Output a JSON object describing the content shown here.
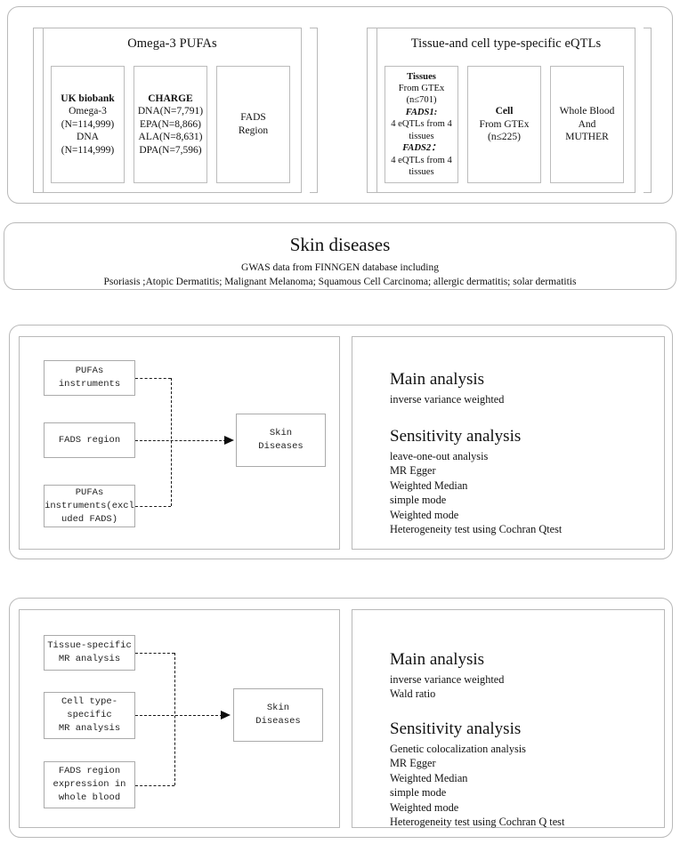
{
  "figure": {
    "title": "Study design flow diagram: Omega-3 PUFAs and tissue/cell-specific eQTLs Mendelian randomization on skin diseases"
  },
  "exposures": {
    "pufa_panel": {
      "title": "Omega-3 PUFAs",
      "boxes": [
        {
          "heading": "UK biobank",
          "lines": [
            "Omega-3",
            "(N=114,999)",
            "DNA",
            "(N=114,999)"
          ]
        },
        {
          "heading": "CHARGE",
          "lines": [
            "DNA(N=7,791)",
            "EPA(N=8,866)",
            "ALA(N=8,631)",
            "DPA(N=7,596)"
          ]
        },
        {
          "heading": "",
          "lines": [
            "FADS",
            "Region"
          ]
        }
      ]
    },
    "eqtl_panel": {
      "title": "Tissue-and cell type-specific eQTLs",
      "boxes": [
        {
          "heading": "Tissues",
          "lines": [
            "From GTEx",
            "(n≤701)"
          ],
          "gene1_label": "FADS1:",
          "gene1_lines": [
            "4 eQTLs from 4",
            "tissues"
          ],
          "gene2_label": "FADS2：",
          "gene2_lines": [
            "4 eQTLs from 4",
            "tissues"
          ]
        },
        {
          "heading": "Cell",
          "lines": [
            "From GTEx",
            "(n≤225)"
          ]
        },
        {
          "heading": "",
          "lines": [
            "Whole Blood",
            "And",
            "MUTHER"
          ]
        }
      ]
    }
  },
  "outcome": {
    "title": "Skin diseases",
    "source_line": "GWAS data from FINNGEN database including",
    "diseases_line": "Psoriasis ;Atopic Dermatitis; Malignant Melanoma; Squamous Cell Carcinoma; allergic dermatitis; solar dermatitis"
  },
  "analysis_1": {
    "nodes": [
      "PUFAs\ninstruments",
      "FADS region",
      "PUFAs\ninstruments(excl\nuded FADS)"
    ],
    "target": "Skin\nDiseases",
    "main_heading": "Main analysis",
    "main_items": [
      "inverse variance weighted"
    ],
    "sensitivity_heading": "Sensitivity analysis",
    "sensitivity_items": [
      "leave-one-out analysis",
      "MR Egger",
      "Weighted Median",
      "simple mode",
      "Weighted mode",
      "Heterogeneity test using Cochran Qtest"
    ]
  },
  "analysis_2": {
    "nodes": [
      "Tissue-specific\nMR analysis",
      "Cell type-\nspecific\nMR analysis",
      "FADS region\nexpression in\nwhole blood"
    ],
    "target": "Skin\nDiseases",
    "main_heading": "Main analysis",
    "main_items": [
      "inverse variance weighted",
      "Wald ratio"
    ],
    "sensitivity_heading": "Sensitivity analysis",
    "sensitivity_items": [
      "Genetic colocalization analysis",
      "MR Egger",
      "Weighted Median",
      "simple mode",
      "Weighted mode",
      "Heterogeneity test using Cochran Q test"
    ]
  },
  "colors": {
    "outline": "#b9b9b9",
    "connector": "#1a1a1a",
    "text": "#111111"
  }
}
